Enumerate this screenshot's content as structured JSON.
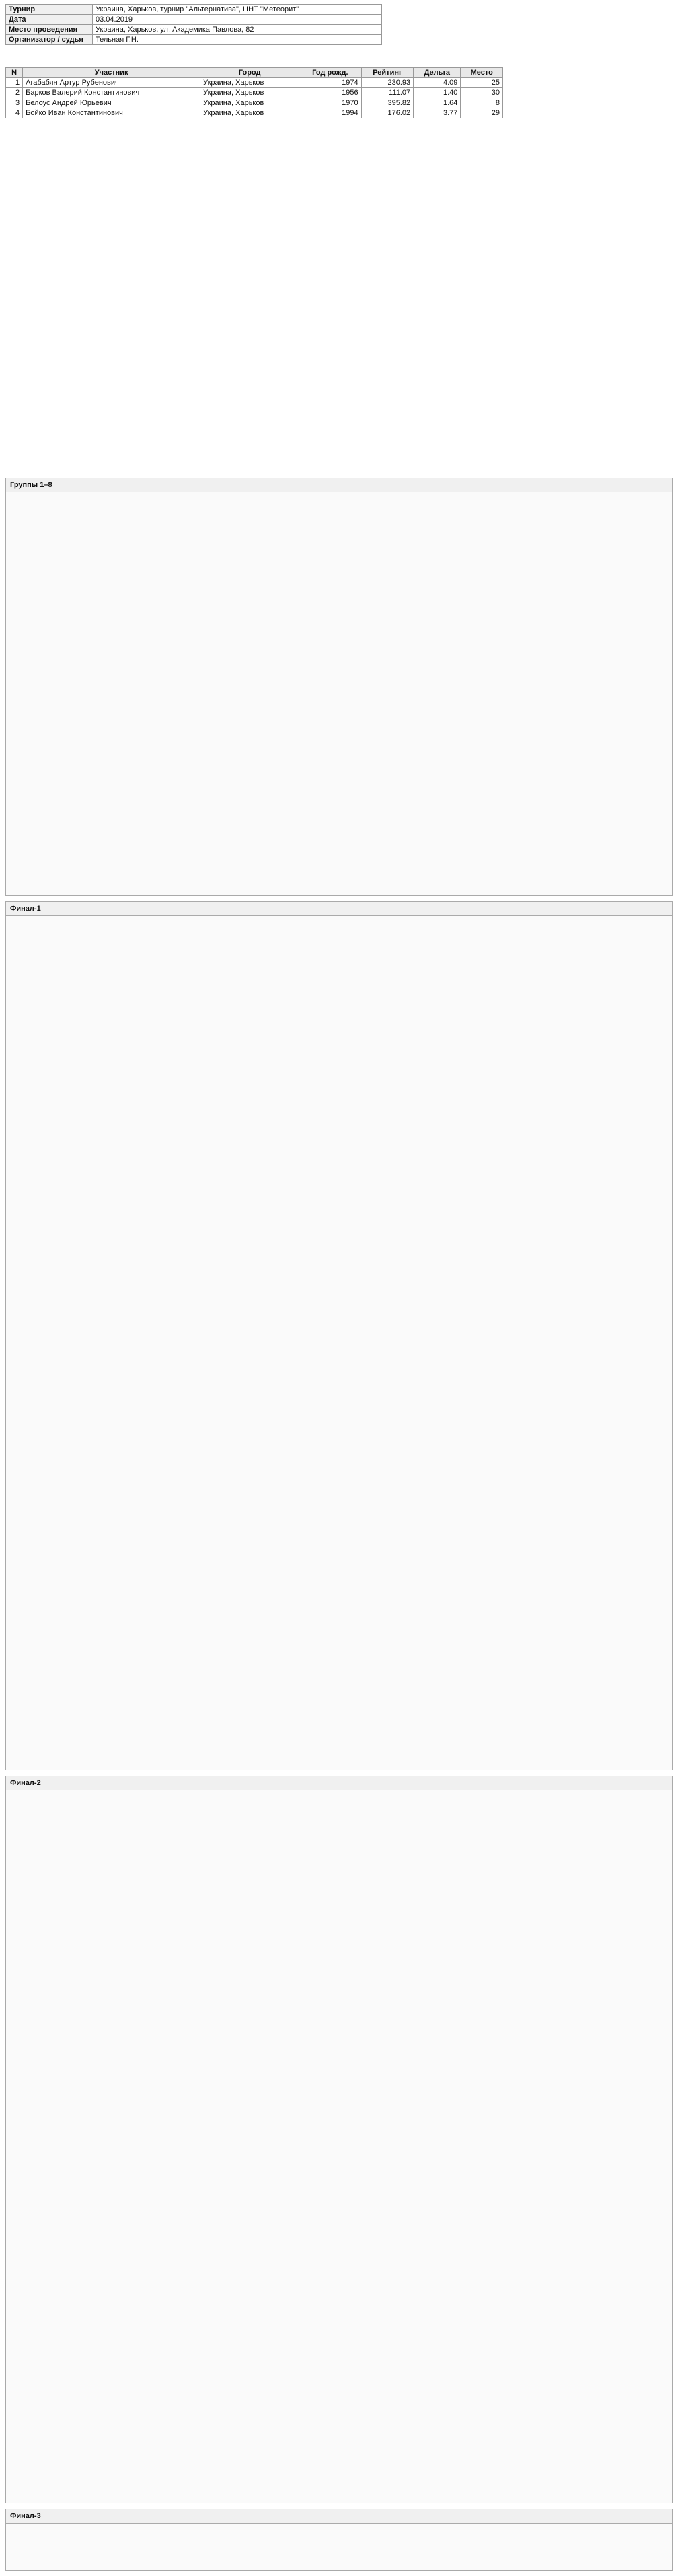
{
  "meta": {
    "rows": [
      {
        "k": "Турнир",
        "v": "Украина, Харьков, турнир \"Альтернатива\", ЦНТ \"Метеорит\""
      },
      {
        "k": "Дата",
        "v": "03.04.2019"
      },
      {
        "k": "Место проведения",
        "v": "Украина, Харьков, ул. Академика Павлова, 82"
      },
      {
        "k": "Организатор / судья",
        "v": "Тельная Г.Н."
      }
    ]
  },
  "players": {
    "headers": [
      "N",
      "Участник",
      "Город",
      "Год рожд.",
      "Рейтинг",
      "Дельта",
      "Место"
    ],
    "rows": [
      [
        "1",
        "Агабабян Артур Рубенович",
        "Украина, Харьков",
        "1974",
        "230.93",
        "4.09",
        "25"
      ],
      [
        "2",
        "Барков Валерий Константинович",
        "Украина, Харьков",
        "1956",
        "111.07",
        "1.40",
        "30"
      ],
      [
        "3",
        "Белоус Андрей Юрьевич",
        "Украина, Харьков",
        "1970",
        "395.82",
        "1.64",
        "8"
      ],
      [
        "4",
        "Бойко Иван Константинович",
        "Украина, Харьков",
        "1994",
        "176.02",
        "3.77",
        "29"
      ]
    ]
  },
  "sections": {
    "groups": "Группы 1–8",
    "final1": "Финал-1",
    "final2": "Финал-2",
    "final3": "Финал-3"
  }
}
